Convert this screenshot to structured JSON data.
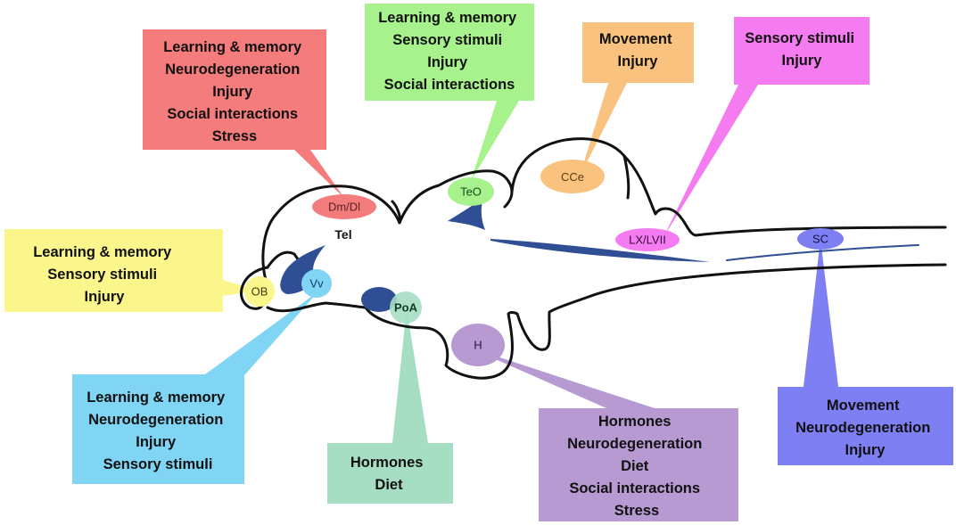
{
  "diagram": {
    "tel_label": "Tel",
    "regions": [
      {
        "abbr": "Dm/Dl",
        "color": "#F47C7C",
        "lines": [
          "Learning & memory",
          "Neurodegeneration",
          "Injury",
          "Social interactions",
          "Stress"
        ]
      },
      {
        "abbr": "TeO",
        "color": "#A7F28C",
        "lines": [
          "Learning & memory",
          "Sensory stimuli",
          "Injury",
          "Social interactions"
        ]
      },
      {
        "abbr": "CCe",
        "color": "#F9C27E",
        "lines": [
          "Movement",
          "Injury"
        ]
      },
      {
        "abbr": "LX/LVII",
        "color": "#F47CF0",
        "lines": [
          "Sensory stimuli",
          "Injury"
        ]
      },
      {
        "abbr": "OB",
        "color": "#FBF68C",
        "lines": [
          "Learning & memory",
          "Sensory stimuli",
          "Injury"
        ]
      },
      {
        "abbr": "Vv",
        "color": "#80D4F4",
        "lines": [
          "Learning & memory",
          "Neurodegeneration",
          "Injury",
          "Sensory stimuli"
        ]
      },
      {
        "abbr": "PoA",
        "color": "#A6DEC4",
        "lines": [
          "Hormones",
          "Diet"
        ]
      },
      {
        "abbr": "H",
        "color": "#B89AD2",
        "lines": [
          "Hormones",
          "Neurodegeneration",
          "Diet",
          "Social interactions",
          "Stress"
        ]
      },
      {
        "abbr": "SC",
        "color": "#7F7FF4",
        "lines": [
          "Movement",
          "Neurodegeneration",
          "Injury"
        ]
      }
    ]
  }
}
